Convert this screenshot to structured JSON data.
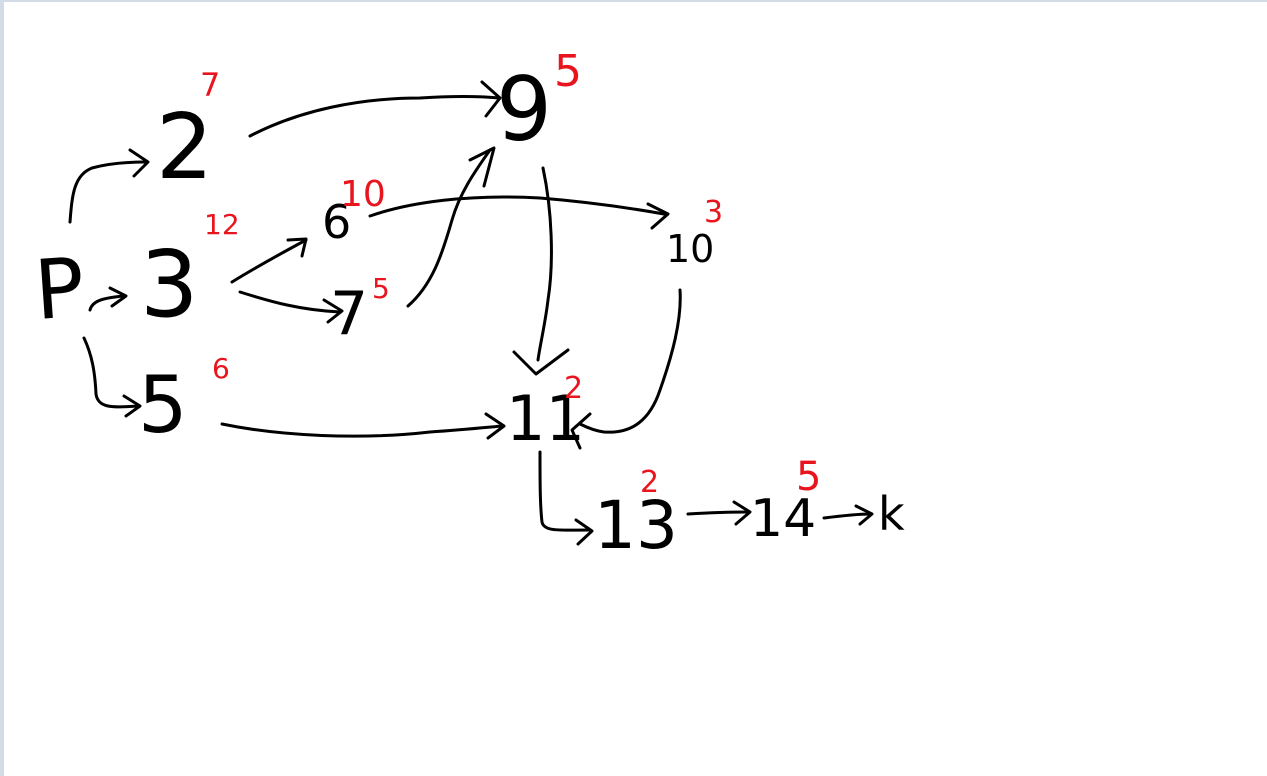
{
  "colors": {
    "ink": "#000000",
    "weight": "#e8141e",
    "background": "#ffffff",
    "frame": "#d3dbe7"
  },
  "nodes": {
    "p": {
      "label": "P"
    },
    "n2": {
      "label": "2",
      "weight": "7"
    },
    "n3": {
      "label": "3",
      "weight": "12"
    },
    "n5": {
      "label": "5",
      "weight": "6"
    },
    "n6": {
      "label": "6",
      "weight": "10"
    },
    "n7": {
      "label": "7",
      "weight": "5"
    },
    "n9": {
      "label": "9",
      "weight": "5"
    },
    "n10": {
      "label": "10",
      "weight": "3"
    },
    "n11": {
      "label": "11",
      "weight": "2"
    },
    "n13": {
      "label": "13",
      "weight": "2"
    },
    "n14": {
      "label": "14",
      "weight": "5"
    },
    "k": {
      "label": "k"
    }
  },
  "edges": [
    {
      "from": "P",
      "to": "2"
    },
    {
      "from": "P",
      "to": "3"
    },
    {
      "from": "P",
      "to": "5"
    },
    {
      "from": "2",
      "to": "9"
    },
    {
      "from": "3",
      "to": "6"
    },
    {
      "from": "3",
      "to": "7"
    },
    {
      "from": "6",
      "to": "10"
    },
    {
      "from": "7",
      "to": "9"
    },
    {
      "from": "9",
      "to": "11"
    },
    {
      "from": "5",
      "to": "11"
    },
    {
      "from": "10",
      "to": "11"
    },
    {
      "from": "11",
      "to": "13"
    },
    {
      "from": "13",
      "to": "14"
    },
    {
      "from": "14",
      "to": "k"
    }
  ]
}
